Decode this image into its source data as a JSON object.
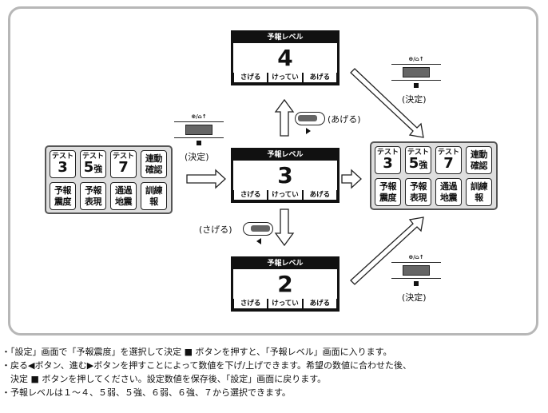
{
  "keypad_left": {
    "keys": [
      {
        "top": "テスト",
        "big": "3",
        "small": ""
      },
      {
        "top": "テスト",
        "big": "5",
        "small": "強"
      },
      {
        "top": "テスト",
        "big": "7",
        "small": ""
      },
      {
        "lines": [
          "連動",
          "確認"
        ]
      },
      {
        "lines": [
          "予報",
          "震度"
        ]
      },
      {
        "lines": [
          "予報",
          "表現"
        ]
      },
      {
        "lines": [
          "通過",
          "地震"
        ]
      },
      {
        "lines": [
          "訓練",
          "報"
        ]
      }
    ]
  },
  "keypad_right": {
    "keys": [
      {
        "top": "テスト",
        "big": "3",
        "small": ""
      },
      {
        "top": "テスト",
        "big": "5",
        "small": "強"
      },
      {
        "top": "テスト",
        "big": "7",
        "small": ""
      },
      {
        "lines": [
          "連動",
          "確認"
        ]
      },
      {
        "lines": [
          "予報",
          "震度"
        ]
      },
      {
        "lines": [
          "予報",
          "表現"
        ]
      },
      {
        "lines": [
          "通過",
          "地震"
        ]
      },
      {
        "lines": [
          "訓練",
          "報"
        ]
      }
    ]
  },
  "screens": {
    "header": "予報レベル",
    "top": {
      "value": "4"
    },
    "middle": {
      "value": "3"
    },
    "bottom": {
      "value": "2"
    },
    "buttons": {
      "down": "さげる",
      "confirm": "けってい",
      "up": "あげる"
    }
  },
  "confirm_label": "(決定)",
  "confirm_icon": "⊕/⌂↑",
  "labels": {
    "up": "(あげる)",
    "down": "(さげる)"
  },
  "bullets": [
    "・「設定」画面で「予報震度」を選択して決定 ■ ボタンを押すと、「予報レベル」画面に入ります。",
    "・戻る◀ボタン、進む▶ボタンを押すことによって数値を下げ/上げできます。希望の数値に合わせた後、",
    "　決定 ■ ボタンを押してください。設定数値を保存後、「設定」画面に戻ります。",
    "・予報レベルは１～４、５弱、５強、６弱、６強、７から選択できます。"
  ],
  "colors": {
    "frame": "#b7b7b7",
    "panel": "#dedede",
    "dark": "#111111"
  }
}
